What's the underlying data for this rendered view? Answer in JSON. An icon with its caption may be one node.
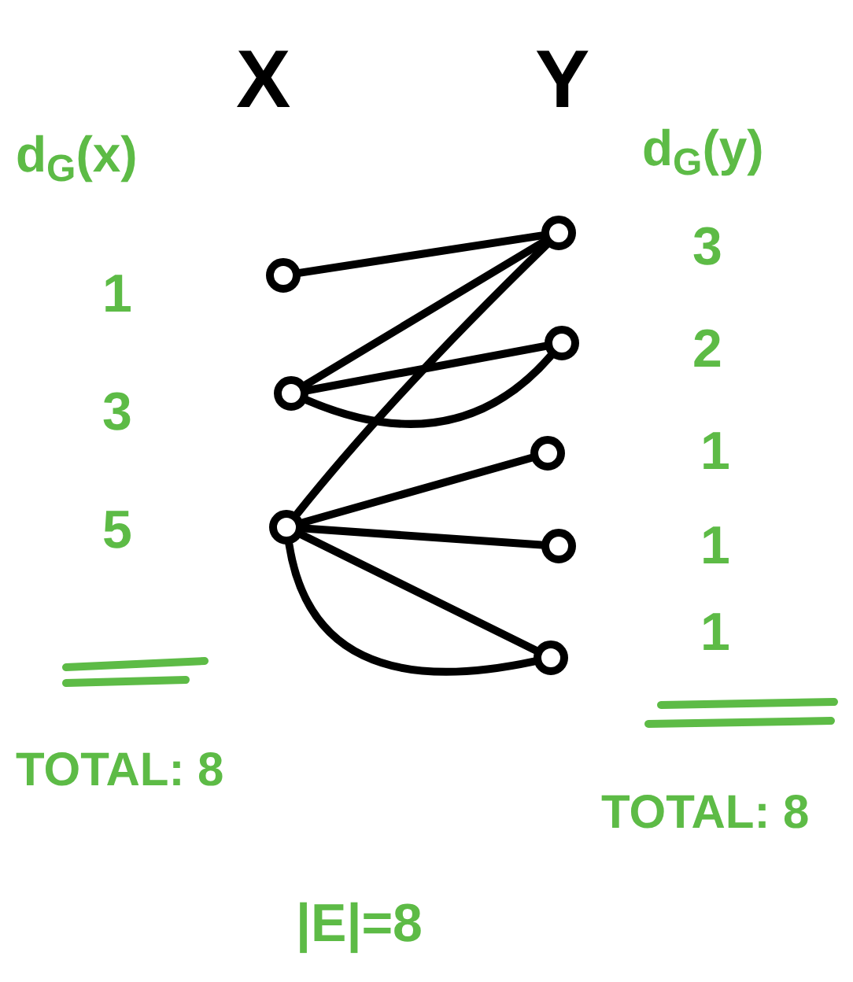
{
  "diagram": {
    "nodes": [
      {
        "text": [],
        "shape": "circle"
      },
      {
        "text": [],
        "shape": "circle"
      },
      {
        "text": [],
        "shape": "circle"
      },
      {
        "text": [],
        "shape": "circle"
      },
      {
        "text": [],
        "shape": "circle"
      },
      {
        "text": [],
        "shape": "circle"
      },
      {
        "text": [],
        "shape": "circle"
      },
      {
        "text": [],
        "shape": "circle"
      }
    ],
    "edges": [
      {
        "from": 0,
        "to": 3,
        "arrow": "none"
      },
      {
        "from": 1,
        "to": 3,
        "arrow": "none"
      },
      {
        "from": 1,
        "to": 4,
        "arrow": "none"
      },
      {
        "from": 1,
        "to": 4,
        "arrow": "none"
      },
      {
        "from": 2,
        "to": 3,
        "arrow": "none"
      },
      {
        "from": 2,
        "to": 5,
        "arrow": "none"
      },
      {
        "from": 2,
        "to": 6,
        "arrow": "none"
      },
      {
        "from": 2,
        "to": 7,
        "arrow": "none"
      },
      {
        "from": 2,
        "to": 7,
        "arrow": "none"
      }
    ],
    "labels": [
      "X",
      "Y",
      "d$_{G}$(x)",
      "d$_{G}$(y)",
      "3",
      "1",
      "2",
      "3",
      "1",
      "5",
      "1",
      "1",
      "TOTAL: 8",
      "TOTAL: 8",
      "|E|=8"
    ]
  }
}
